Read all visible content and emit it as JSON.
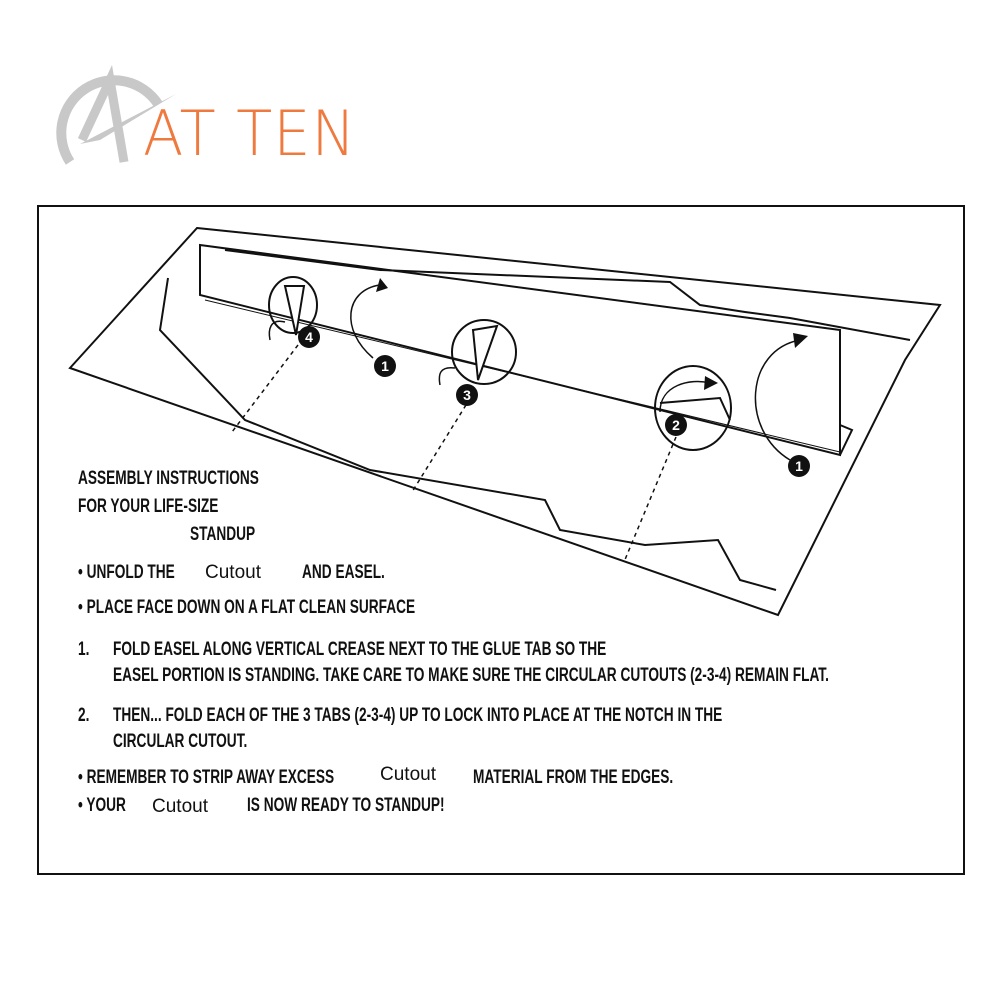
{
  "logo": {
    "text": "AT TEN",
    "brand_color": "#ef7a3f",
    "mark_color": "#c8c8c8"
  },
  "heading": {
    "line1": "ASSEMBLY INSTRUCTIONS",
    "line2": "FOR YOUR LIFE-SIZE",
    "line3": "STANDUP"
  },
  "diagram": {
    "badges": [
      "4",
      "1",
      "3",
      "2",
      "1"
    ]
  },
  "bullets": {
    "unfold_a": "• UNFOLD THE",
    "unfold_word": "Cutout",
    "unfold_b": "AND EASEL.",
    "place": "• PLACE FACE DOWN ON A FLAT CLEAN SURFACE"
  },
  "steps": [
    {
      "num": "1.",
      "line1": "FOLD EASEL ALONG VERTICAL CREASE NEXT TO THE GLUE TAB SO THE",
      "line2": "EASEL PORTION IS STANDING. TAKE CARE TO MAKE SURE THE CIRCULAR CUTOUTS (2-3-4) REMAIN FLAT."
    },
    {
      "num": "2.",
      "line1": "THEN... FOLD EACH OF THE 3 TABS (2-3-4) UP TO LOCK INTO PLACE AT THE NOTCH IN THE",
      "line2": "CIRCULAR CUTOUT."
    }
  ],
  "closing": {
    "remember_a": "• REMEMBER TO STRIP AWAY EXCESS",
    "remember_word": "Cutout",
    "remember_b": "MATERIAL FROM THE EDGES.",
    "your_a": "• YOUR",
    "your_word": "Cutout",
    "your_b": "IS NOW READY TO STANDUP!"
  }
}
